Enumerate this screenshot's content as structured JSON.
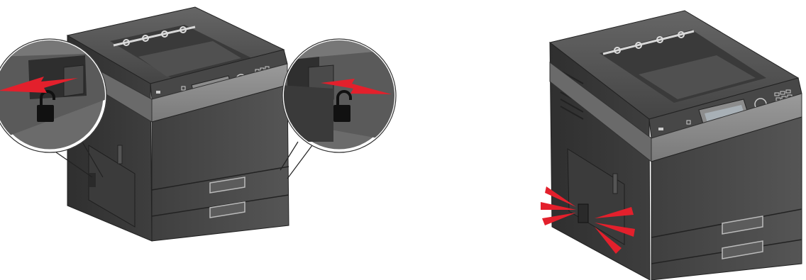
{
  "figure": {
    "panels": [
      {
        "id": "left",
        "subject": "printer",
        "callouts": [
          {
            "side": "left",
            "icon": "unlock-icon",
            "indicator": "red-arrow-icon"
          },
          {
            "side": "right",
            "icon": "unlock-icon",
            "indicator": "red-arrow-icon"
          }
        ]
      },
      {
        "id": "right",
        "subject": "printer",
        "indicators": [
          "click-burst-icon",
          "click-burst-icon"
        ]
      }
    ],
    "colors": {
      "printer_body": "#4a4a4a",
      "printer_top": "#5a5a5a",
      "printer_band": "#8a8a8a",
      "accent_red": "#e3202c",
      "callout_fill": "#6b6b6b",
      "callout_border": "#ffffff"
    }
  }
}
